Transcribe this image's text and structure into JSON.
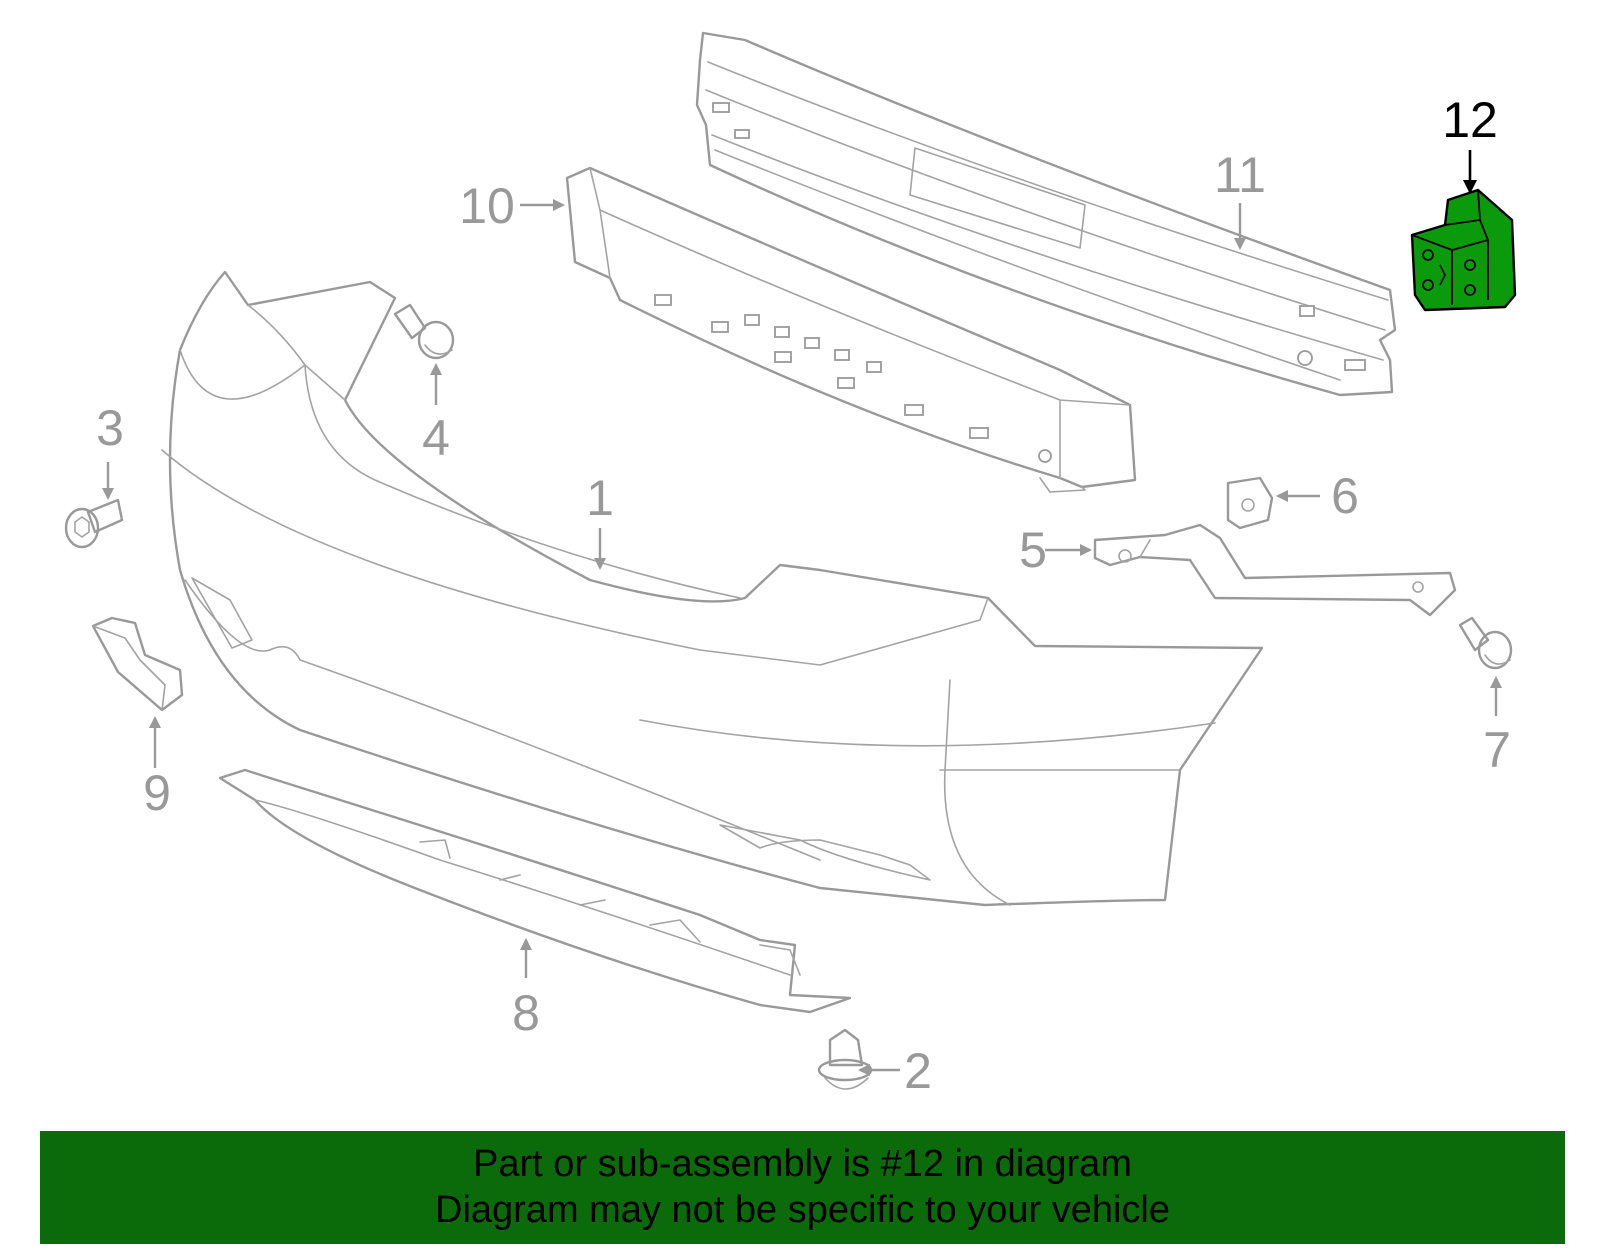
{
  "diagram": {
    "highlight_color": "#0b9a0b",
    "callouts": [
      {
        "id": "1",
        "label": "1"
      },
      {
        "id": "2",
        "label": "2"
      },
      {
        "id": "3",
        "label": "3"
      },
      {
        "id": "4",
        "label": "4"
      },
      {
        "id": "5",
        "label": "5"
      },
      {
        "id": "6",
        "label": "6"
      },
      {
        "id": "7",
        "label": "7"
      },
      {
        "id": "8",
        "label": "8"
      },
      {
        "id": "9",
        "label": "9"
      },
      {
        "id": "10",
        "label": "10"
      },
      {
        "id": "11",
        "label": "11"
      },
      {
        "id": "12",
        "label": "12",
        "highlighted": true
      }
    ]
  },
  "banner": {
    "line1": "Part or sub-assembly is #12 in diagram",
    "line2": "Diagram may not be specific to your vehicle",
    "background": "#0b6b0b"
  }
}
